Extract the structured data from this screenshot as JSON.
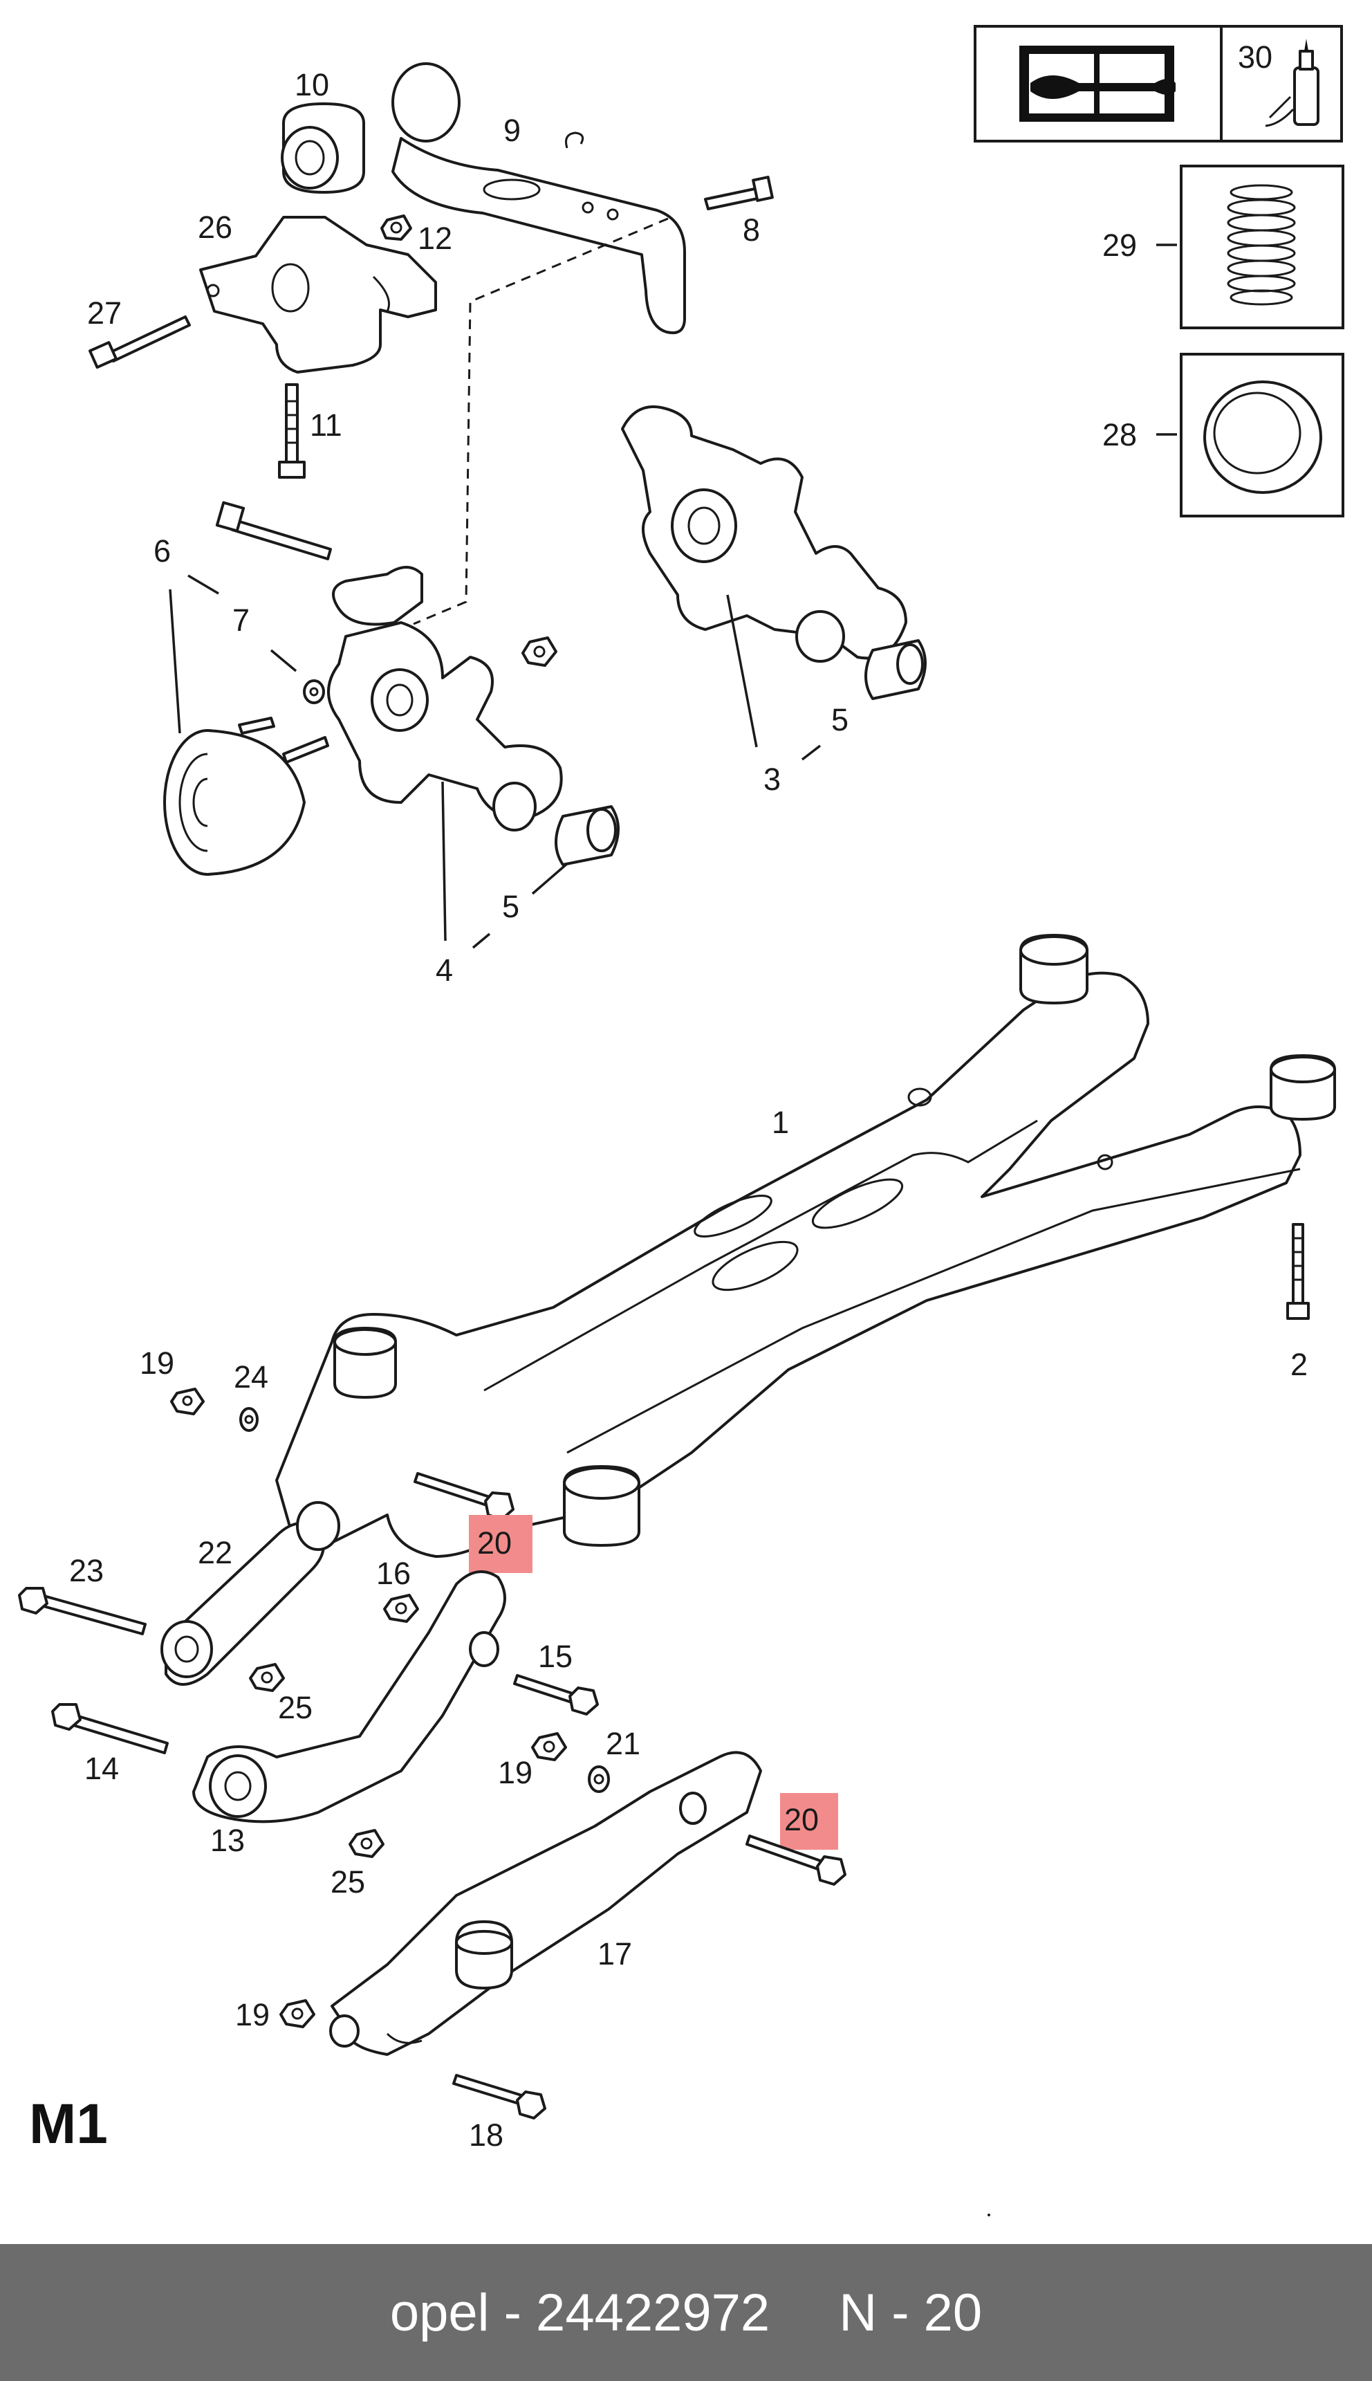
{
  "diagram": {
    "section_code": "M1",
    "part_labels": {
      "p1": "1",
      "p2": "2",
      "p3": "3",
      "p4": "4",
      "p5a": "5",
      "p5b": "5",
      "p6": "6",
      "p7": "7",
      "p8": "8",
      "p9": "9",
      "p10": "10",
      "p11": "11",
      "p12": "12",
      "p13": "13",
      "p14": "14",
      "p15": "15",
      "p16": "16",
      "p17": "17",
      "p18": "18",
      "p19a": "19",
      "p19b": "19",
      "p19c": "19",
      "p20a": "20",
      "p20b": "20",
      "p21": "21",
      "p22": "22",
      "p23": "23",
      "p24": "24",
      "p25a": "25",
      "p25b": "25",
      "p26": "26",
      "p27": "27",
      "p28": "28",
      "p29": "29",
      "p30": "30"
    },
    "highlight_color": "#f28c8c"
  },
  "footer": {
    "brand_part": "opel - 24422972",
    "position": "N - 20"
  }
}
